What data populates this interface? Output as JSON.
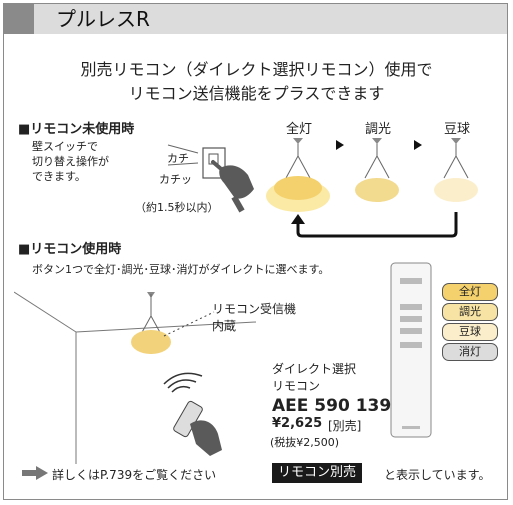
{
  "header": {
    "title": "プルレスR"
  },
  "intro": {
    "line1": "別売リモコン（ダイレクト選択リモコン）使用で",
    "line2": "リモコン送信機能をプラスできます"
  },
  "section_no_remote": {
    "title": "■リモコン未使用時",
    "desc": [
      "壁スイッチで",
      "切り替え操作が",
      "できます。"
    ],
    "sound1": "カチ",
    "sound2": "カチッ",
    "timing": "（約1.5秒以内）"
  },
  "modes": [
    "全灯",
    "調光",
    "豆球"
  ],
  "section_remote": {
    "title": "■リモコン使用時",
    "desc": "ボタン1つで全灯･調光･豆球･消灯がダイレクトに選べます。",
    "receiver_line1": "リモコン受信機",
    "receiver_line2": "内蔵"
  },
  "remote_buttons": [
    "全灯",
    "調光",
    "豆球",
    "消灯"
  ],
  "product": {
    "name1": "ダイレクト選択",
    "name2": "リモコン",
    "code": "AEE 590 139",
    "price": "¥2,625",
    "price_note": "[別売]",
    "price_ex": "(税抜¥2,500)"
  },
  "footer": {
    "ref": "詳しくはP.739をご覧ください",
    "badge": "リモコン別売",
    "note": "と表示しています。"
  },
  "colors": {
    "warm_full": "#f4d16c",
    "warm_dim": "#f7e3a3",
    "warm_bulb": "#fbeecb",
    "bulb_glow": "#fbe7a5"
  }
}
